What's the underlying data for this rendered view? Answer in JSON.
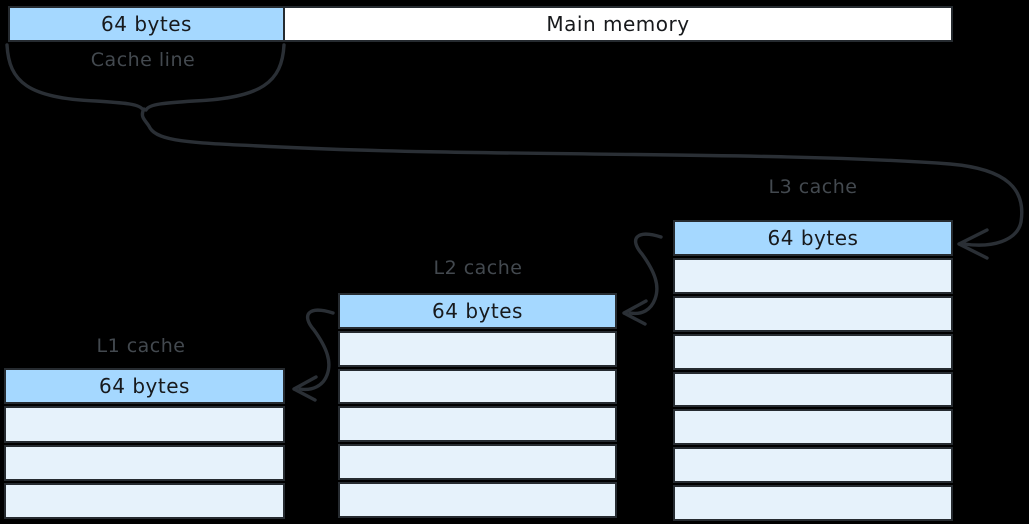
{
  "diagram": {
    "title_hint": "CPU cache hierarchy and cache lines",
    "main_memory": {
      "label": "Main memory",
      "cache_line_segment_label": "64 bytes"
    },
    "cache_line_callout": {
      "label": "Cache line"
    },
    "caches": [
      {
        "id": "l1",
        "label": "L1 cache",
        "line_label": "64 bytes",
        "empty_rows": 3
      },
      {
        "id": "l2",
        "label": "L2 cache",
        "line_label": "64 bytes",
        "empty_rows": 5
      },
      {
        "id": "l3",
        "label": "L3 cache",
        "line_label": "64 bytes",
        "empty_rows": 7
      }
    ],
    "colors": {
      "background": "#000000",
      "cache_line_fill": "#a5d8ff",
      "empty_row_fill": "#e6f2fb",
      "main_memory_fill": "#ffffff",
      "stroke": "#262b30",
      "label_text": "#43494f",
      "dark_text": "#17191c"
    }
  }
}
